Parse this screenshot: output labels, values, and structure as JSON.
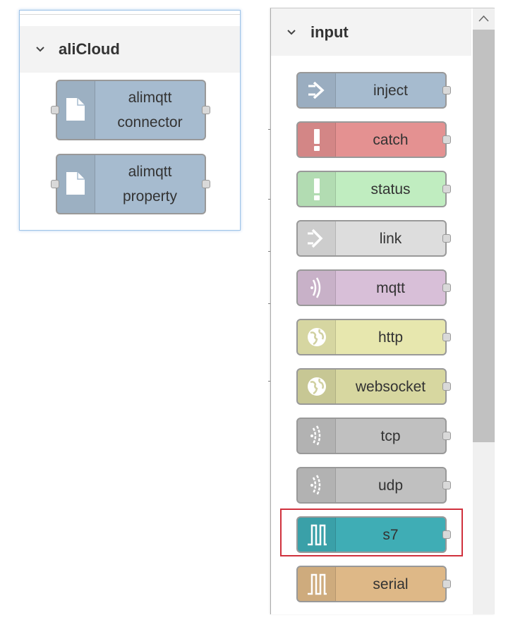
{
  "panels": {
    "left": {
      "category": "aliCloud",
      "nodes": [
        {
          "lines": [
            "alimqtt",
            "connector"
          ],
          "icon": "file-icon",
          "color": "#a6bbcf"
        },
        {
          "lines": [
            "alimqtt",
            "property"
          ],
          "icon": "file-icon",
          "color": "#a6bbcf"
        }
      ]
    },
    "right": {
      "category": "input",
      "nodes": [
        {
          "label": "inject",
          "icon": "inject-arrow-icon",
          "color": "#a6bbcf"
        },
        {
          "label": "catch",
          "icon": "alert-icon",
          "color": "#e49191"
        },
        {
          "label": "status",
          "icon": "alert-icon",
          "color": "#c0edc0"
        },
        {
          "label": "link",
          "icon": "link-in-icon",
          "color": "#dddddd"
        },
        {
          "label": "mqtt",
          "icon": "bridge-icon",
          "color": "#d8bfd8"
        },
        {
          "label": "http",
          "icon": "globe-icon",
          "color": "#e7e7ae"
        },
        {
          "label": "websocket",
          "icon": "globe-icon",
          "color": "#d7d7a0"
        },
        {
          "label": "tcp",
          "icon": "bridge-dash-icon",
          "color": "#c0c0c0"
        },
        {
          "label": "udp",
          "icon": "bridge-dash-icon",
          "color": "#c0c0c0"
        },
        {
          "label": "s7",
          "icon": "serial-icon",
          "color": "#3fadb5"
        },
        {
          "label": "serial",
          "icon": "serial-icon",
          "color": "#deb887"
        }
      ]
    }
  },
  "selection": {
    "highlighted_node": "s7",
    "highlight_color": "#d0313d"
  }
}
